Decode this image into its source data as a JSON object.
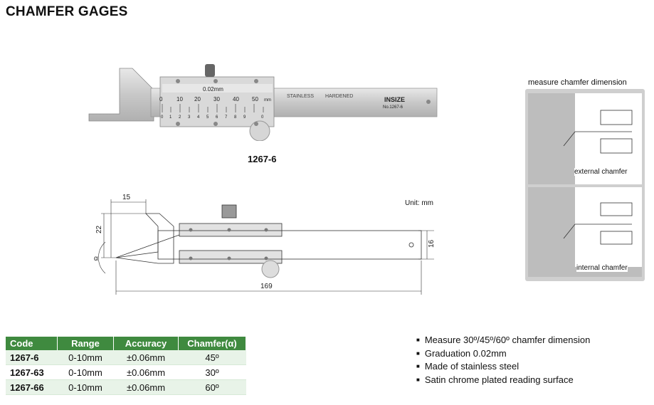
{
  "page": {
    "title": "CHAMFER GAGES"
  },
  "photo": {
    "caption": "1267-6",
    "vernier_label": "0.02mm",
    "scale_top": [
      "0",
      "10",
      "20",
      "30",
      "40",
      "50",
      "mm"
    ],
    "scale_bottom": [
      "0",
      "1",
      "2",
      "3",
      "4",
      "5",
      "6",
      "7",
      "8",
      "9",
      "0"
    ],
    "engraving_left": "STAINLESS",
    "engraving_right": "HARDENED",
    "brand": "INSIZE",
    "model_no": "No.1267-6"
  },
  "drawing": {
    "unit": "Unit: mm",
    "dim_top": "15",
    "dim_left": "22",
    "dim_right": "16",
    "dim_bottom": "169",
    "angle_symbol": "α"
  },
  "inset": {
    "title": "measure chamfer dimension",
    "label_external": "external chamfer",
    "label_internal": "internal chamfer"
  },
  "spec_table": {
    "headers": [
      "Code",
      "Range",
      "Accuracy",
      "Chamfer(α)"
    ],
    "rows": [
      [
        "1267-6",
        "0-10mm",
        "±0.06mm",
        "45º"
      ],
      [
        "1267-63",
        "0-10mm",
        "±0.06mm",
        "30º"
      ],
      [
        "1267-66",
        "0-10mm",
        "±0.06mm",
        "60º"
      ]
    ]
  },
  "features": [
    "Measure 30º/45º/60º chamfer dimension",
    "Graduation 0.02mm",
    "Made of stainless steel",
    "Satin chrome plated reading surface"
  ],
  "colors": {
    "table_header": "#3f8a3f",
    "table_alt": "#e8f3e8",
    "inset_bg": "#cfcfcf"
  }
}
